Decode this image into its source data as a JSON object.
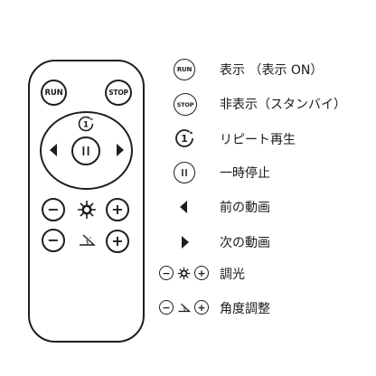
{
  "remote": {
    "run_label": "RUN",
    "stop_label": "STOP",
    "minus": "−",
    "plus": "+"
  },
  "legend": {
    "run_text": "表示 （表示 ON）",
    "stop_text": "非表示（スタンバイ）",
    "repeat_text": "リピート再生",
    "pause_text": "一時停止",
    "prev_text": "前の動画",
    "next_text": "次の動画",
    "dimmer_text": "調光",
    "angle_text": "角度調整",
    "run_icon_label": "RUN",
    "stop_icon_label": "STOP",
    "repeat_icon_number": "1",
    "minus": "−",
    "plus": "+"
  }
}
